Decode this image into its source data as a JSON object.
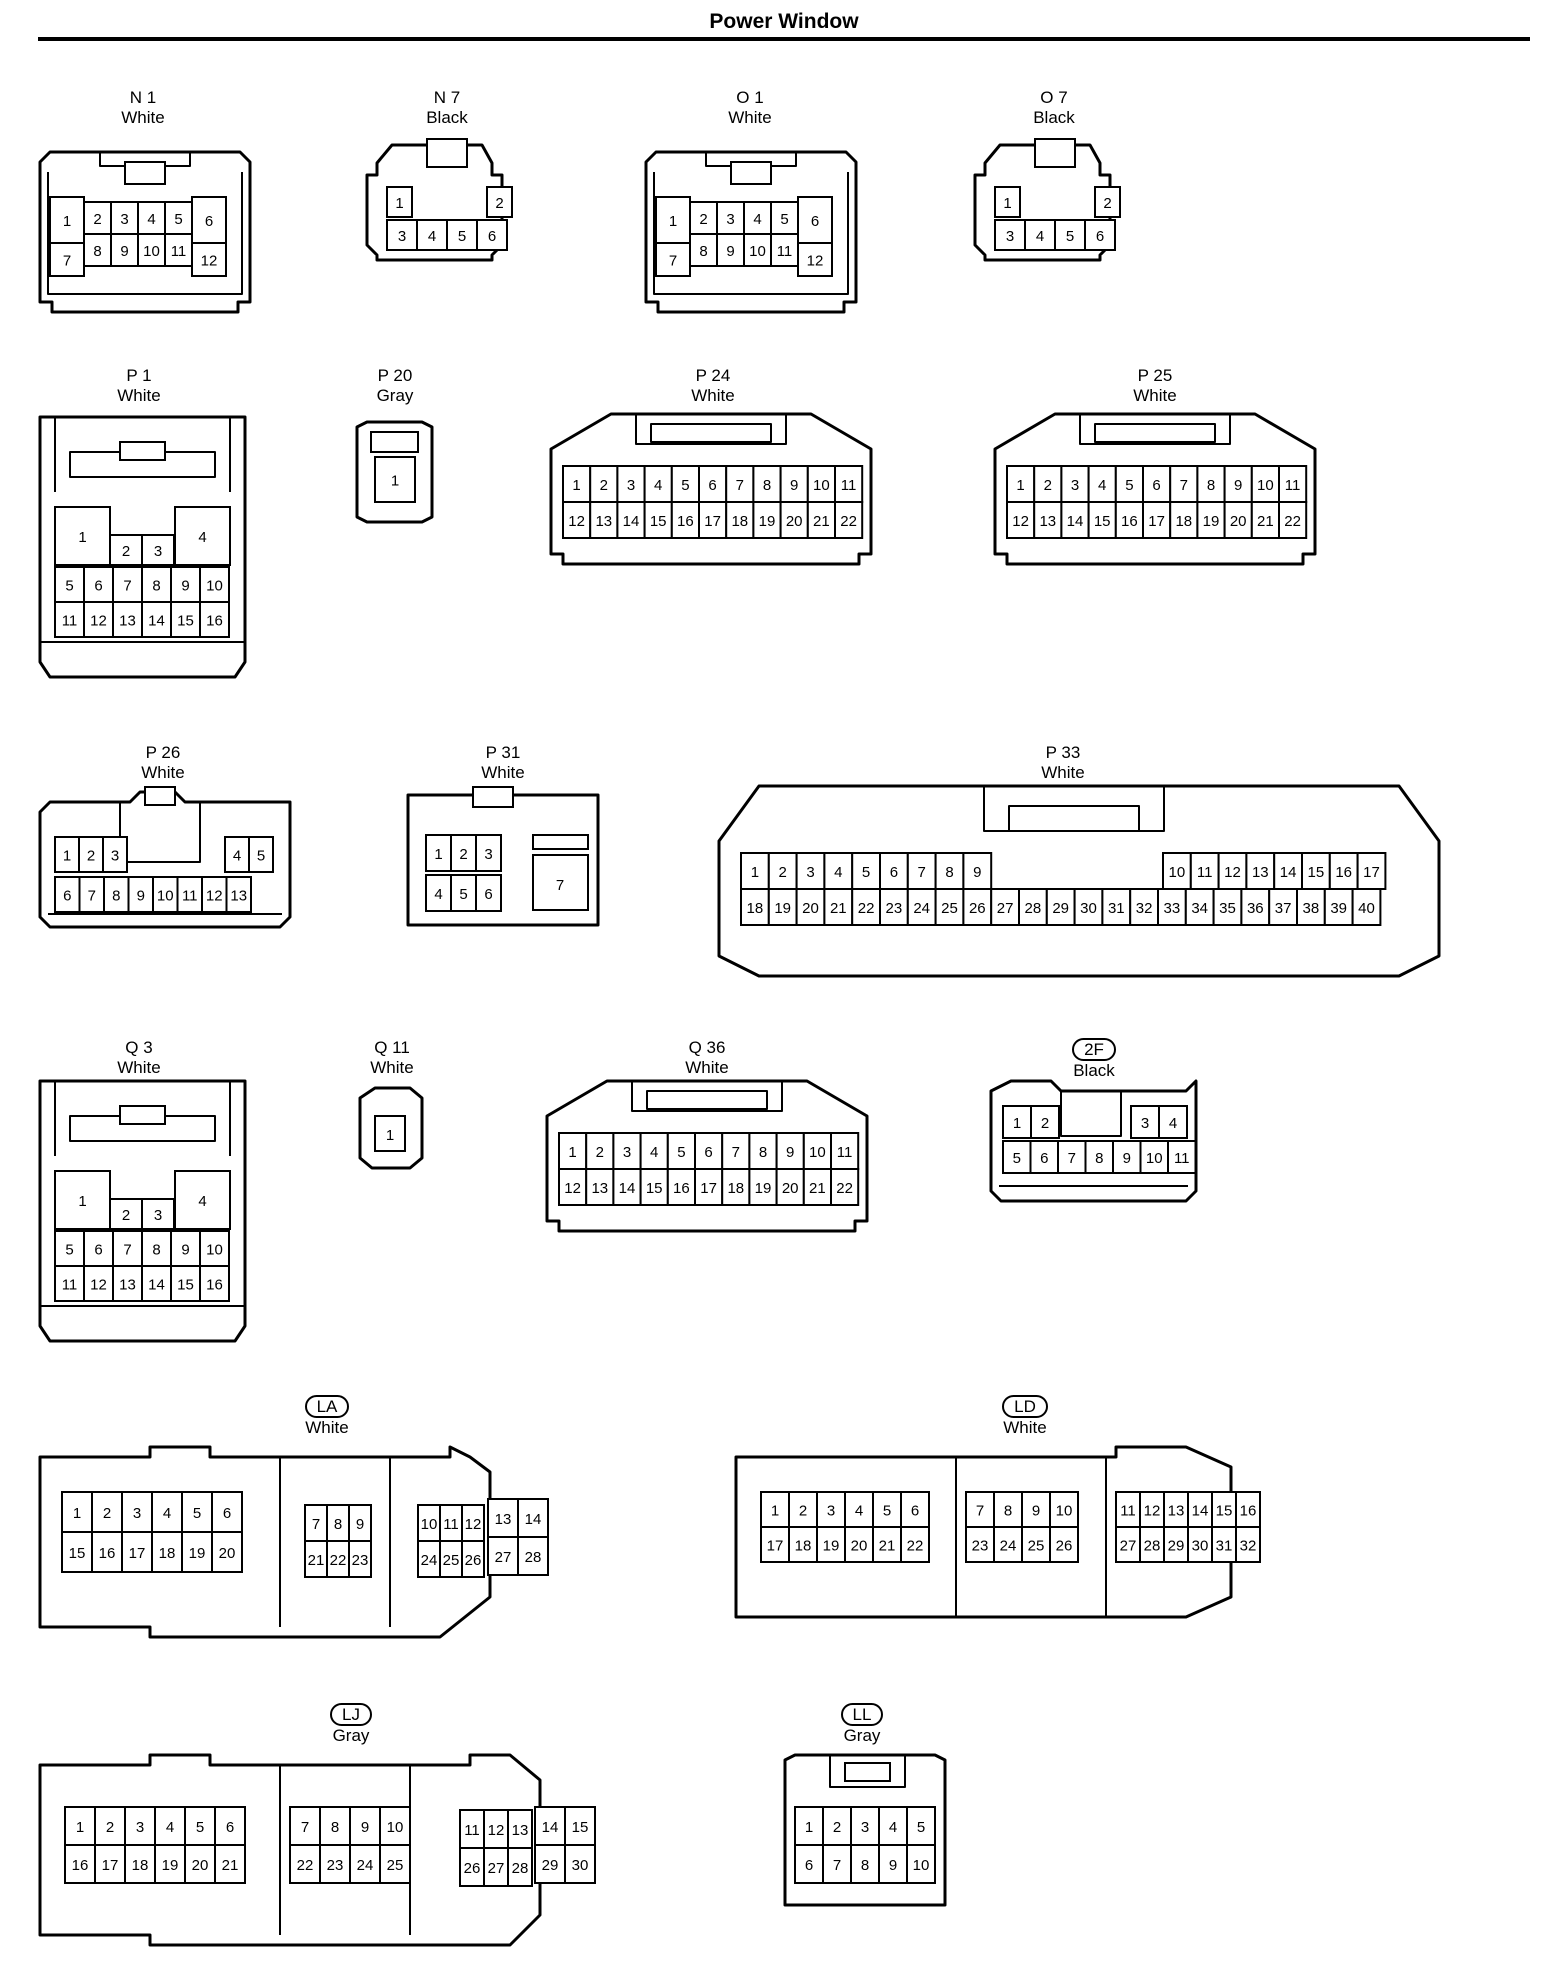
{
  "title": "Power Window",
  "connectors": [
    {
      "id": "N 1",
      "color": "White",
      "pill": false
    },
    {
      "id": "N 7",
      "color": "Black",
      "pill": false
    },
    {
      "id": "O 1",
      "color": "White",
      "pill": false
    },
    {
      "id": "O 7",
      "color": "Black",
      "pill": false
    },
    {
      "id": "P 1",
      "color": "White",
      "pill": false
    },
    {
      "id": "P 20",
      "color": "Gray",
      "pill": false
    },
    {
      "id": "P 24",
      "color": "White",
      "pill": false
    },
    {
      "id": "P 25",
      "color": "White",
      "pill": false
    },
    {
      "id": "P 26",
      "color": "White",
      "pill": false
    },
    {
      "id": "P 31",
      "color": "White",
      "pill": false
    },
    {
      "id": "P 33",
      "color": "White",
      "pill": false
    },
    {
      "id": "Q 3",
      "color": "White",
      "pill": false
    },
    {
      "id": "Q 11",
      "color": "White",
      "pill": false
    },
    {
      "id": "Q 36",
      "color": "White",
      "pill": false
    },
    {
      "id": "2F",
      "color": "Black",
      "pill": true
    },
    {
      "id": "LA",
      "color": "White",
      "pill": true
    },
    {
      "id": "LD",
      "color": "White",
      "pill": true
    },
    {
      "id": "LJ",
      "color": "Gray",
      "pill": true
    },
    {
      "id": "LL",
      "color": "Gray",
      "pill": true
    }
  ]
}
